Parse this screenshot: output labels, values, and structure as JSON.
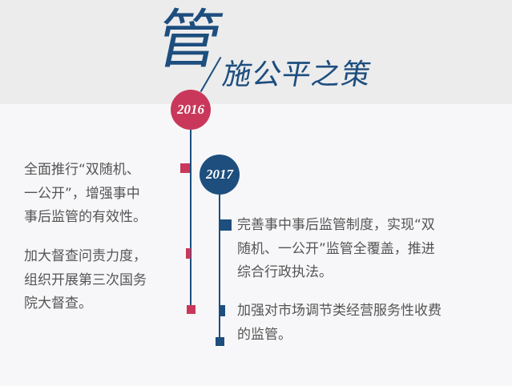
{
  "title": {
    "main": "管",
    "sub": "施公平之策"
  },
  "colors": {
    "red": "#c9385a",
    "blue": "#1d4e7e"
  },
  "timeline": [
    {
      "year": "2016",
      "items": [
        "全面推行“双随机、\n一公开”，增强事中\n事后监管的有效性。",
        "加大督查问责力度，\n组织开展第三次国务\n院大督查。"
      ]
    },
    {
      "year": "2017",
      "items": [
        "完善事中事后监管制度，实现“双\n随机、一公开”监管全覆盖，推进\n综合行政执法。",
        "加强对市场调节类经营服务性收费\n的监管。"
      ]
    }
  ]
}
